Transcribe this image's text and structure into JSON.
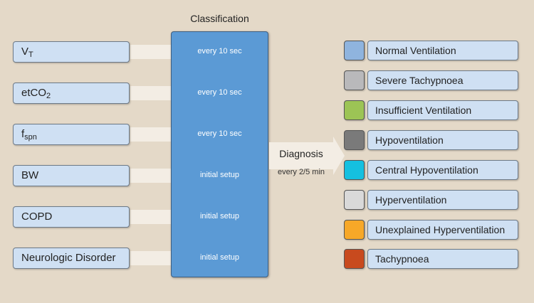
{
  "title": "Classification",
  "inputs": [
    {
      "label": "V",
      "sub": "T",
      "rate": "every 10 sec"
    },
    {
      "label": "etCO",
      "sub": "2",
      "rate": "every 10 sec"
    },
    {
      "label": "f",
      "sub": "spn",
      "rate": "every 10 sec"
    },
    {
      "label": "BW",
      "sub": "",
      "rate": "initial setup"
    },
    {
      "label": "COPD",
      "sub": "",
      "rate": "initial setup"
    },
    {
      "label": "Neurologic Disorder",
      "sub": "",
      "rate": "initial setup"
    }
  ],
  "diagnosis": {
    "label": "Diagnosis",
    "rate": "every 2/5 min"
  },
  "outputs": [
    {
      "label": "Normal Ventilation",
      "color": "#8fb4de"
    },
    {
      "label": "Severe Tachypnoea",
      "color": "#b9b9bb"
    },
    {
      "label": "Insufficient Ventilation",
      "color": "#9cc455"
    },
    {
      "label": "Hypoventilation",
      "color": "#7a7a7a"
    },
    {
      "label": "Central Hypoventilation",
      "color": "#15c0e0"
    },
    {
      "label": "Hyperventilation",
      "color": "#d9d9d9"
    },
    {
      "label": "Unexplained Hyperventilation",
      "color": "#f7a828"
    },
    {
      "label": "Tachypnoea",
      "color": "#c84a1e"
    }
  ]
}
